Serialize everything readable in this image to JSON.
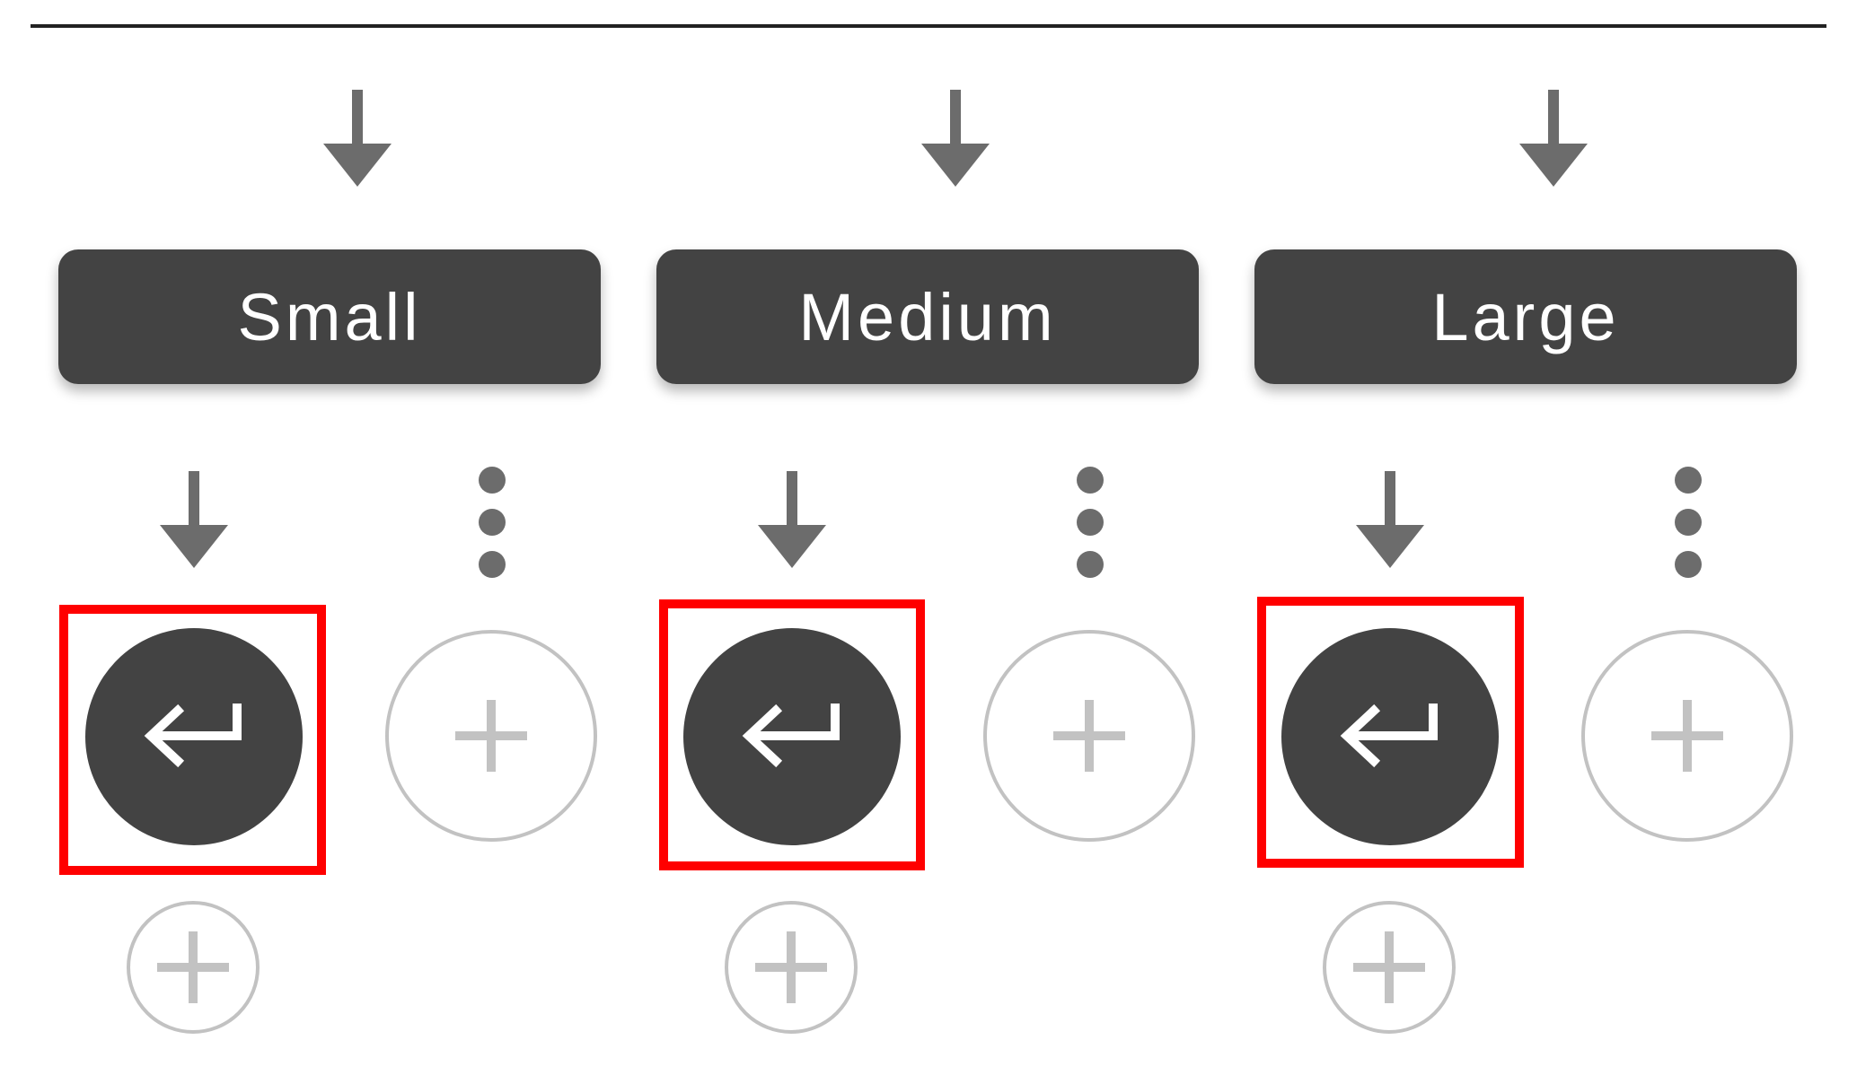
{
  "tabs": [
    {
      "label": "Small"
    },
    {
      "label": "Medium"
    },
    {
      "label": "Large"
    }
  ],
  "icons": {
    "arrow": "arrow-down-icon",
    "more": "more-vertical-icon",
    "enter": "enter-return-icon",
    "add": "plus-icon"
  },
  "colors": {
    "tab_background": "#434343",
    "tab_text": "#ffffff",
    "arrow": "#6c6c6c",
    "plus_outline": "#c2c2c2",
    "highlight": "#ff0000"
  }
}
